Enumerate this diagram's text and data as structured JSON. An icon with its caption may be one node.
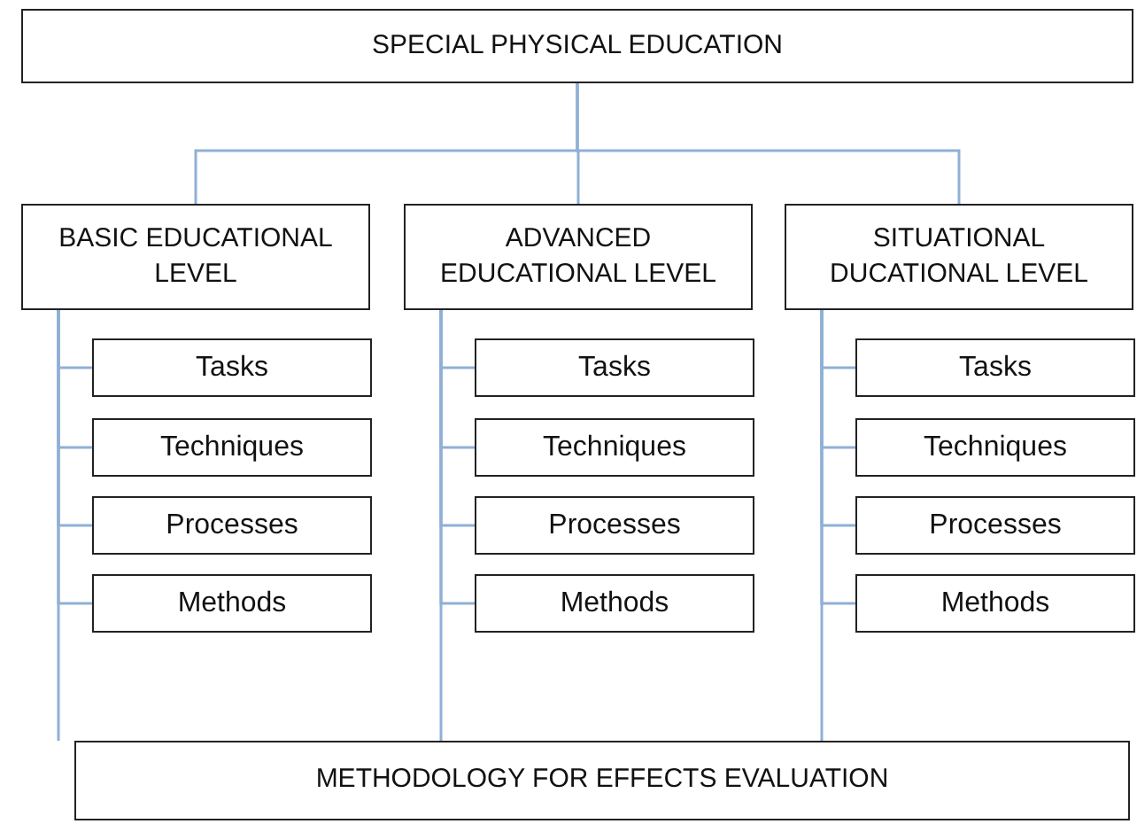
{
  "diagram": {
    "nodes": [
      {
        "text": [
          "SPECIAL PHYSICAL EDUCATION"
        ]
      },
      {
        "text": [
          "BASIC EDUCATIONAL LEVEL"
        ]
      },
      {
        "text": [
          "Tasks"
        ]
      },
      {
        "text": [
          "Techniques"
        ]
      },
      {
        "text": [
          "Processes"
        ]
      },
      {
        "text": [
          "Methods"
        ]
      },
      {
        "text": [
          "ADVANCED EDUCATIONAL LEVEL"
        ]
      },
      {
        "text": [
          "Tasks"
        ]
      },
      {
        "text": [
          "Techniques"
        ]
      },
      {
        "text": [
          "Processes"
        ]
      },
      {
        "text": [
          "Methods"
        ]
      },
      {
        "text": [
          "SITUATIONAL DUCATIONAL LEVEL"
        ]
      },
      {
        "text": [
          "Tasks"
        ]
      },
      {
        "text": [
          "Techniques"
        ]
      },
      {
        "text": [
          "Processes"
        ]
      },
      {
        "text": [
          "Methods"
        ]
      },
      {
        "text": [
          "METHODOLOGY FOR EFFECTS EVALUATION"
        ]
      }
    ],
    "edges": [
      {
        "from": 0,
        "to": 1,
        "arrow": "none"
      },
      {
        "from": 0,
        "to": 6,
        "arrow": "none"
      },
      {
        "from": 0,
        "to": 11,
        "arrow": "none"
      },
      {
        "from": 1,
        "to": 2,
        "arrow": "none"
      },
      {
        "from": 1,
        "to": 3,
        "arrow": "none"
      },
      {
        "from": 1,
        "to": 4,
        "arrow": "none"
      },
      {
        "from": 1,
        "to": 5,
        "arrow": "none"
      },
      {
        "from": 6,
        "to": 7,
        "arrow": "none"
      },
      {
        "from": 6,
        "to": 8,
        "arrow": "none"
      },
      {
        "from": 6,
        "to": 9,
        "arrow": "none"
      },
      {
        "from": 6,
        "to": 10,
        "arrow": "none"
      },
      {
        "from": 11,
        "to": 12,
        "arrow": "none"
      },
      {
        "from": 11,
        "to": 13,
        "arrow": "none"
      },
      {
        "from": 11,
        "to": 14,
        "arrow": "none"
      },
      {
        "from": 11,
        "to": 15,
        "arrow": "none"
      },
      {
        "from": 1,
        "to": 16,
        "arrow": "none"
      },
      {
        "from": 6,
        "to": 16,
        "arrow": "none"
      },
      {
        "from": 11,
        "to": 16,
        "arrow": "none"
      }
    ]
  }
}
